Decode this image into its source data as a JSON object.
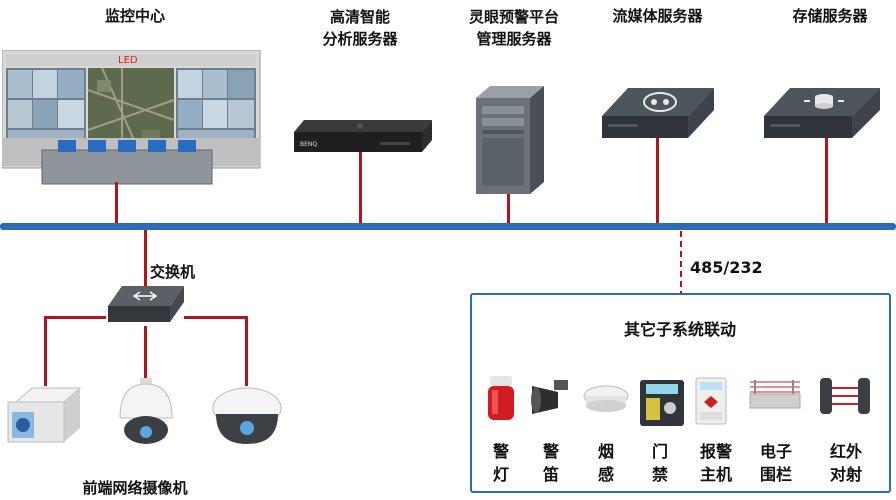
{
  "title_monitor_center": "监控中心",
  "title_hd_server": [
    "高清智能",
    "分析服务器"
  ],
  "title_lingyan_server": [
    "灵眼预警平台",
    "管理服务器"
  ],
  "title_stream_server": "流媒体服务器",
  "title_storage_server": "存储服务器",
  "switch_label": "交换机",
  "protocol_label": "485/232",
  "subsystem_title": "其它子系统联动",
  "front_cameras_label": "前端网络摄像机",
  "led_text": "LED",
  "device_brand": "BENQ",
  "sensors": [
    {
      "id": "alarm-light",
      "chars": [
        "警",
        "灯"
      ]
    },
    {
      "id": "siren",
      "chars": [
        "警",
        "笛"
      ]
    },
    {
      "id": "smoke",
      "chars": [
        "烟",
        "感"
      ]
    },
    {
      "id": "access",
      "chars": [
        "门",
        "禁"
      ]
    },
    {
      "id": "alarm-host",
      "chars": [
        "报警",
        "主机"
      ]
    },
    {
      "id": "fence",
      "chars": [
        "电子",
        "围栏"
      ]
    },
    {
      "id": "infrared",
      "chars": [
        "红外",
        "对射"
      ]
    }
  ]
}
